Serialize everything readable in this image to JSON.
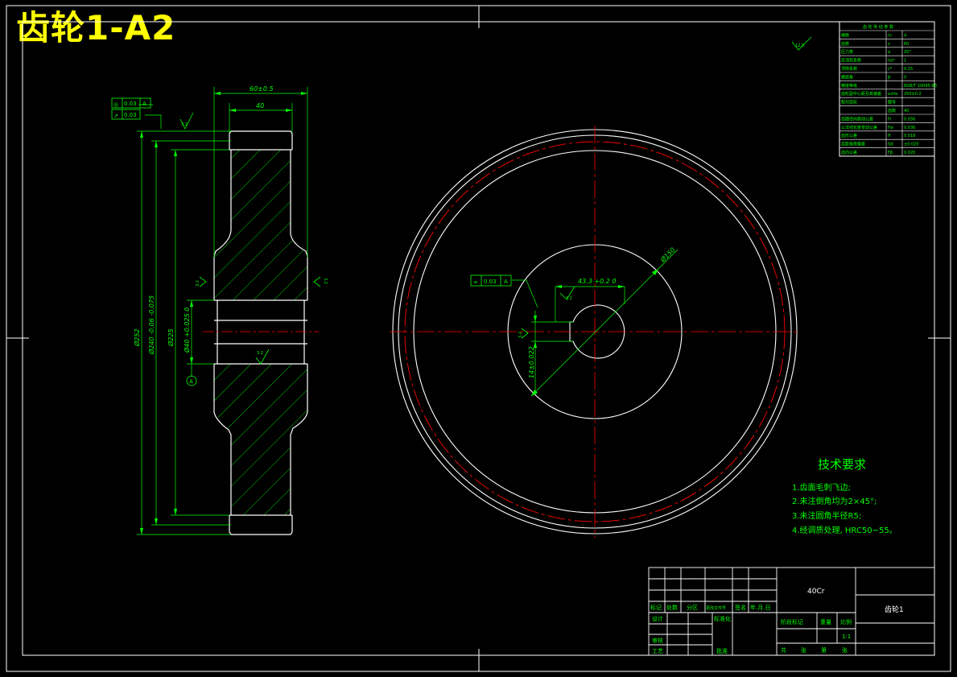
{
  "title": "齿轮1-A2",
  "colors": {
    "background": "#000000",
    "outline": "#ffffff",
    "dimension": "#00ff00",
    "centerline": "#ff0000",
    "title": "#ffff00"
  },
  "side_view": {
    "dims": {
      "width_total": "60±0.5",
      "width_web": "40",
      "dia_outer": "Ø252",
      "dia_root": "Ø240 -0.06 -0.075",
      "dia_hub": "Ø225",
      "dia_bore": "Ø40 +0.025 0"
    },
    "roughness": [
      "3.2",
      "3.2",
      "3.2",
      "3.2"
    ],
    "datum": "A",
    "tolerance_frames": [
      {
        "symbol": "◎",
        "value": "0.03",
        "datum": "A"
      },
      {
        "symbol": "↗",
        "value": "0.03",
        "datum": ""
      }
    ]
  },
  "front_view": {
    "dims": {
      "key_depth": "43.3 +0.2 0",
      "key_width": "14±0.022",
      "hub_dia": "Ø150",
      "roughness_keyway": "3.2",
      "roughness_side": "3.2"
    },
    "tolerance_frame": {
      "symbol": "⌯",
      "value": "0.03",
      "datum": "A"
    }
  },
  "global_roughness": "12.5",
  "param_table": {
    "header": "齿 轮 传 动 参 数",
    "rows": [
      [
        "模数",
        "m",
        "4"
      ],
      [
        "齿数",
        "z",
        "60"
      ],
      [
        "压力角",
        "α",
        "20°"
      ],
      [
        "齿顶高系数",
        "ha*",
        "1"
      ],
      [
        "顶隙系数",
        "c*",
        "0.25"
      ],
      [
        "螺旋角",
        "β",
        "0"
      ],
      [
        "精度等级",
        "",
        "8GB/T 10095-88"
      ],
      [
        "齿轮副中心距及其偏差",
        "a±fa",
        "250±0.2"
      ],
      [
        "配对齿轮",
        "图号",
        ""
      ],
      [
        "",
        "齿数",
        "40"
      ],
      [
        "齿圈径向跳动公差",
        "Fr",
        "0.056"
      ],
      [
        "公法线长度变动公差",
        "Fw",
        "0.036"
      ],
      [
        "齿形公差",
        "ff",
        "0.018"
      ],
      [
        "齿距极限偏差",
        "fpt",
        "±0.020"
      ],
      [
        "齿向公差",
        "Fβ",
        "0.020"
      ]
    ]
  },
  "tech_requirements": {
    "heading": "技术要求",
    "items": [
      "1.齿面毛刺飞边;",
      "2.未注倒角均为2×45°;",
      "3.未注圆角半径R5;",
      "4.经调质处理, HRC50~55。"
    ]
  },
  "title_block": {
    "material": "40Cr",
    "part_name": "齿轮1",
    "labels": {
      "mark": "标记",
      "count": "处数",
      "zone": "分区",
      "change_doc": "更改文件号",
      "sign": "签名",
      "date": "年.月.日",
      "design": "设计",
      "standard": "标准化",
      "stage": "阶段标记",
      "weight": "重量",
      "scale": "比例",
      "review": "审核",
      "process": "工艺",
      "approve": "批准",
      "sheets_total": "共",
      "sheet_no": "第",
      "zhang1": "张",
      "zhang2": "张"
    },
    "scale_value": "1:1"
  }
}
